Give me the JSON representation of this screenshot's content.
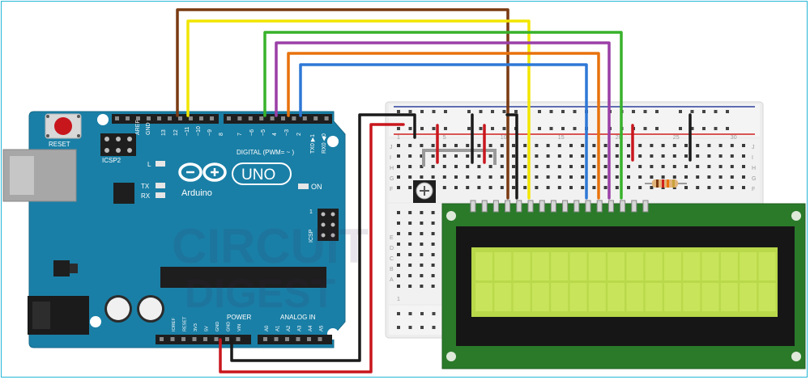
{
  "arduino": {
    "reset_label": "RESET",
    "icsp2_label": "ICSP2",
    "icsp_label": "ICSP",
    "aref_label": "AREF",
    "gnd_label": "GND",
    "digital_label": "DIGITAL (PWM= ~ )",
    "tx0_label": "TX0 ▶1",
    "rx0_label": "RX0 ◀0",
    "led_l": "L",
    "led_tx": "TX",
    "led_rx": "RX",
    "on_label": "ON",
    "brand": "Arduino",
    "model": "UNO",
    "power_label": "POWER",
    "analog_label": "ANALOG IN",
    "digital_pins": [
      "13",
      "12",
      "~11",
      "~10",
      "~9",
      "8",
      "7",
      "~6",
      "~5",
      "4",
      "~3",
      "2",
      "TX0 1",
      "RX0 0"
    ],
    "power_pins": [
      "IOREF",
      "RESET",
      "3V3",
      "5V",
      "GND",
      "GND",
      "VIN"
    ],
    "analog_pins": [
      "A0",
      "A1",
      "A2",
      "A3",
      "A4",
      "A5"
    ],
    "icsp_header_num": "1"
  },
  "breadboard": {
    "row_letters_top": [
      "J",
      "I",
      "H",
      "G",
      "F"
    ],
    "row_letters_bottom": [
      "E",
      "D",
      "C",
      "B",
      "A"
    ],
    "col_numbers": [
      "1",
      "5",
      "10",
      "15",
      "20",
      "25",
      "30"
    ]
  },
  "watermark": {
    "line1": "CIRCUIT",
    "line2": "DIGEST"
  },
  "colors": {
    "board_blue": "#1a7fa6",
    "wire_brown": "#7a3a12",
    "wire_yellow": "#f2e600",
    "wire_green": "#38b22b",
    "wire_purple": "#9a3fa6",
    "wire_orange": "#e8720c",
    "wire_blue": "#2e78d6",
    "wire_black": "#1a1a1a",
    "wire_red": "#c8161d",
    "lcd_pcb": "#2a7a2a",
    "lcd_screen": "#b9d84a"
  }
}
